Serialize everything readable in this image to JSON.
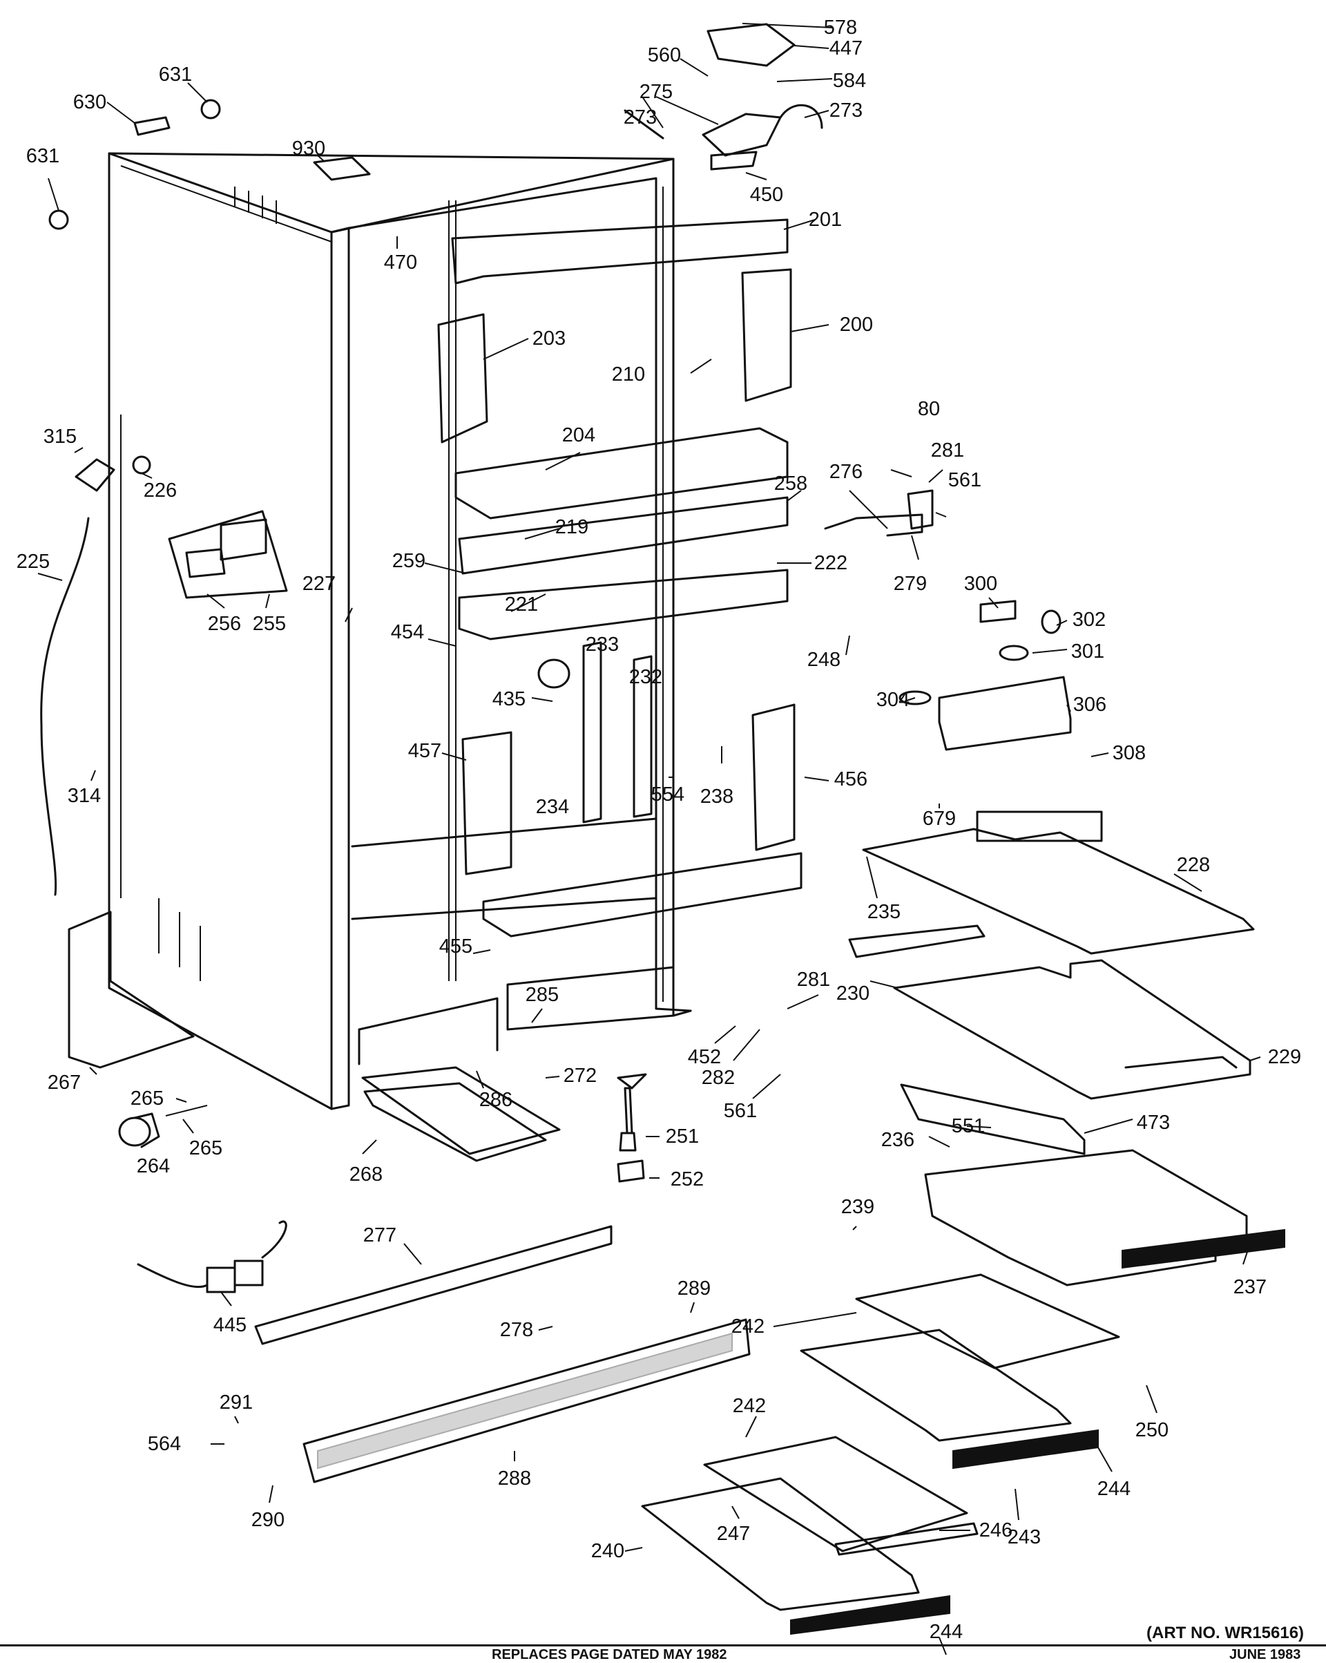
{
  "part_numbers": {
    "p578": "578",
    "p447": "447",
    "p560": "560",
    "p584": "584",
    "p275": "275",
    "p273a": "273",
    "p273b": "273",
    "p450": "450",
    "p631a": "631",
    "p630": "630",
    "p631b": "631",
    "p930": "930",
    "p470": "470",
    "p201": "201",
    "p203": "203",
    "p200": "200",
    "p210": "210",
    "p204": "204",
    "p80": "80",
    "p281a": "281",
    "p276": "276",
    "p561a": "561",
    "p258": "258",
    "p219": "219",
    "p259": "259",
    "p222": "222",
    "p279": "279",
    "p315": "315",
    "p226": "226",
    "p225": "225",
    "p227": "227",
    "p256": "256",
    "p255": "255",
    "p221": "221",
    "p454": "454",
    "p300": "300",
    "p302": "302",
    "p301": "301",
    "p248": "248",
    "p233": "233",
    "p232": "232",
    "p435": "435",
    "p304": "304",
    "p306": "306",
    "p308": "308",
    "p457": "457",
    "p238": "238",
    "p456": "456",
    "p554": "554",
    "p234": "234",
    "p679": "679",
    "p314": "314",
    "p228": "228",
    "p235": "235",
    "p455": "455",
    "p230": "230",
    "p281b": "281",
    "p229": "229",
    "p285": "285",
    "p452": "452",
    "p272": "272",
    "p286": "286",
    "p282": "282",
    "p561b": "561",
    "p473": "473",
    "p267": "267",
    "p265a": "265",
    "p265b": "265",
    "p264": "264",
    "p268": "268",
    "p251": "251",
    "p551": "551",
    "p236": "236",
    "p252": "252",
    "p239": "239",
    "p277": "277",
    "p237": "237",
    "p445": "445",
    "p278": "278",
    "p289": "289",
    "p242a": "242",
    "p250": "250",
    "p291": "291",
    "p564": "564",
    "p288": "288",
    "p242b": "242",
    "p244a": "244",
    "p290": "290",
    "p247": "247",
    "p246": "246",
    "p243": "243",
    "p240": "240",
    "p244b": "244"
  },
  "footer": {
    "art_no": "(ART NO. WR15616)",
    "replaces": "REPLACES PAGE DATED MAY 1982",
    "date": "JUNE 1983"
  }
}
